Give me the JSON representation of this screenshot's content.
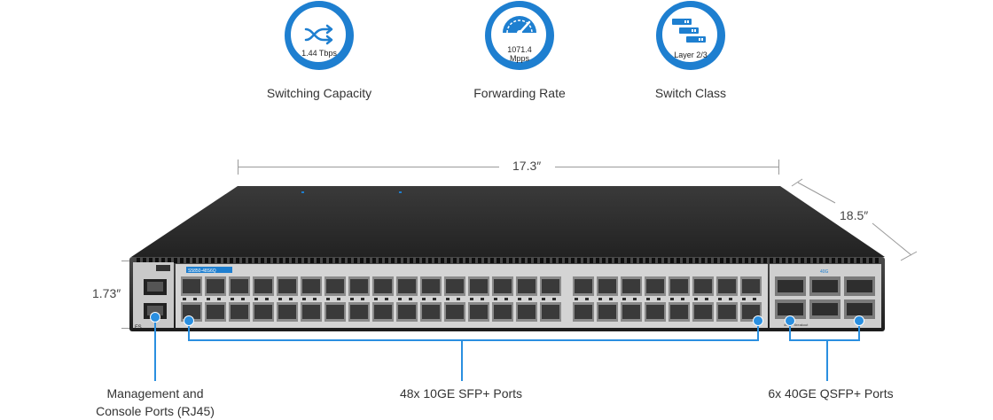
{
  "features": [
    {
      "icon": "shuffle-icon",
      "value": "1.44 Tbps",
      "label": "Switching Capacity"
    },
    {
      "icon": "speedometer-icon",
      "value_line1": "1071.4",
      "value_line2": "Mpps",
      "label": "Forwarding Rate"
    },
    {
      "icon": "server-stack-icon",
      "value": "Layer 2/3",
      "label": "Switch Class"
    }
  ],
  "dimensions": {
    "width": "17.3″",
    "depth": "18.5″",
    "height": "1.73″"
  },
  "device": {
    "model": "S5850-48S6Q",
    "qsfp_header": "40G",
    "qsfp_sub": "40GE Breakout",
    "brand": "FS"
  },
  "callouts": {
    "mgmt_line1": "Management and",
    "mgmt_line2": "Console Ports (RJ45)",
    "sfp": "48x 10GE SFP+ Ports",
    "qsfp": "6x 40GE QSFP+ Ports"
  },
  "colors": {
    "accent": "#1e7fd0",
    "callout_line": "#2a8fe0",
    "chassis": "#2b2b2b"
  }
}
